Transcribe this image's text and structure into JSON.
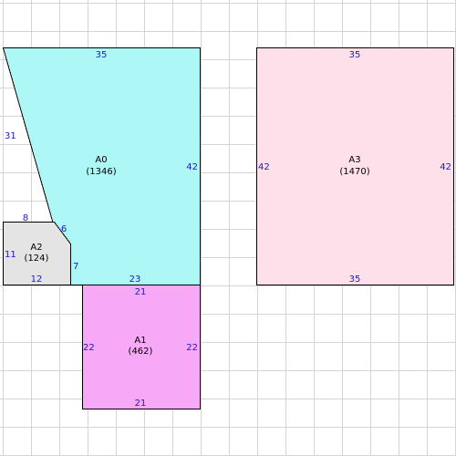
{
  "colors": {
    "grid": "#d4d4d4",
    "dimension_text": "#1a1acc",
    "outline": "#000000"
  },
  "areas": [
    {
      "id": "A0",
      "name": "A0",
      "value_label": "(1346)",
      "fill": "#aef7f7",
      "dimensions": [
        "35",
        "31",
        "42",
        "8",
        "6",
        "7",
        "23"
      ]
    },
    {
      "id": "A1",
      "name": "A1",
      "value_label": "(462)",
      "fill": "#f7a8f7",
      "dimensions": [
        "21",
        "22",
        "22",
        "21"
      ]
    },
    {
      "id": "A2",
      "name": "A2",
      "value_label": "(124)",
      "fill": "#e4e4e4",
      "dimensions": [
        "11",
        "12"
      ]
    },
    {
      "id": "A3",
      "name": "A3",
      "value_label": "(1470)",
      "fill": "#fde0ea",
      "dimensions": [
        "35",
        "42",
        "42",
        "35"
      ]
    }
  ]
}
